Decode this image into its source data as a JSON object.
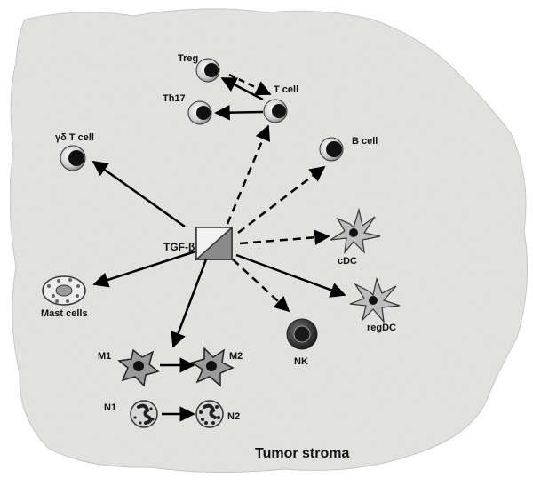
{
  "diagram": {
    "center_label": "TGF-β",
    "region_label": "Tumor stroma",
    "colors": {
      "background": "#e3e3e1",
      "cell_dark": "#222222",
      "arrow": "#000000"
    },
    "labels": {
      "treg": "Treg",
      "t_cell": "T cell",
      "th17": "Th17",
      "gd_t_cell": "γδ T cell",
      "b_cell": "B cell",
      "cdc": "cDC",
      "regdc": "regDC",
      "nk": "NK",
      "mast_cells": "Mast cells",
      "m1": "M1",
      "m2": "M2",
      "n1": "N1",
      "n2": "N2"
    },
    "cell_icons": {
      "lymphocyte": "lymphocyte-icon",
      "dendritic": "dendritic-cell-icon",
      "mast": "mast-cell-icon",
      "macrophage": "macrophage-icon",
      "neutrophil": "neutrophil-icon",
      "tgf_beta": "tgf-beta-pyramid-icon"
    }
  }
}
